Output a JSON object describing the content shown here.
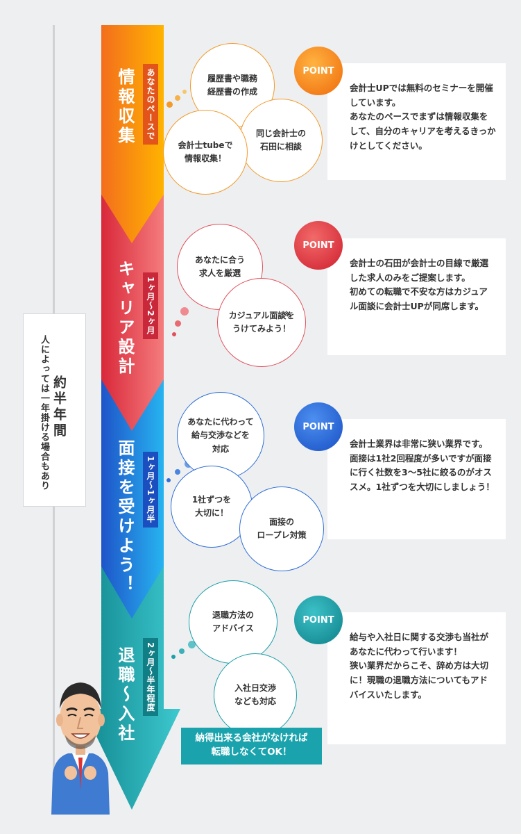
{
  "duration": {
    "main": "約半年間",
    "sub": "人によっては一年掛ける場合もあり"
  },
  "stages": [
    {
      "title": "情報収集",
      "tag": "あなたのペースで",
      "bubbles": [
        "履歴書や職務\n経歴書の作成",
        "同じ会計士の\n石田に相談",
        "会計士tubeで\n情報収集！"
      ],
      "point_label": "POINT",
      "point_text": "会計士UPでは無料のセミナーを開催しています。\nあなたのペースでまずは情報収集をして、自分のキャリアを考えるきっかけとしてください。",
      "color": "#f39a2a"
    },
    {
      "title": "キャリア設計",
      "tag": "1ヶ月〜2ヶ月",
      "bubbles": [
        "あなたに合う\n求人を厳選",
        "カジュアル面談を\nうけてみよう！"
      ],
      "bubble_note": "※",
      "point_label": "POINT",
      "point_text": "会計士の石田が会計士の目線で厳選した求人のみをご提案します。\n初めての転職で不安な方はカジュアル面談に会計士UPが同席します。",
      "color": "#e0505a"
    },
    {
      "title": "面接を受けよう！",
      "tag": "1ヶ月〜1ヶ月半",
      "bubbles": [
        "あなたに代わって\n給与交渉などを\n対応",
        "1社ずつを\n大切に！",
        "面接の\nロープレ対策"
      ],
      "point_label": "POINT",
      "point_text": "会計士業界は非常に狭い業界です。面接は1社2回程度が多いですが面接に行く社数を3〜5社に絞るのがオススメ。1社ずつを大切にしましょう！",
      "color": "#2f6fd6"
    },
    {
      "title": "退職〜入社",
      "tag": "2ヶ月〜半年程度",
      "bubbles": [
        "退職方法の\nアドバイス",
        "入社日交渉\nなども対応"
      ],
      "point_label": "POINT",
      "point_text": "給与や入社日に関する交渉も当社があなたに代わって行います！\n狭い業界だからこそ、辞め方は大切に！現職の退職方法についてもアドバイスいたします。",
      "color": "#1b9fa8"
    }
  ],
  "notice": "納得出来る会社がなければ\n転職しなくてOK！"
}
